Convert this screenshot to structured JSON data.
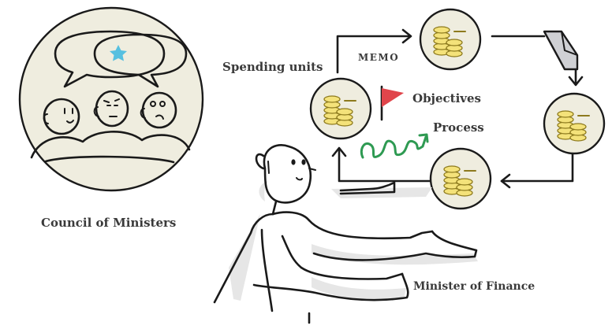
{
  "labels": {
    "council": "Council of Ministers",
    "spending_units": "Spending units",
    "memo": "MEMO",
    "objectives": "Objectives",
    "process": "Process",
    "minister_finance": "Minister of Finance"
  },
  "colors": {
    "disc_fill": "#efeddf",
    "ink": "#1a1a1a",
    "coin_fill": "#f4e27a",
    "coin_stroke": "#8d7a1e",
    "star": "#56c0e0",
    "flag": "#e0454b",
    "process_squiggle": "#2e9a52",
    "label_text": "#3a3a3a"
  },
  "icons": [
    "star-icon",
    "coin-stack-icon",
    "flag-icon",
    "squiggle-icon",
    "memo-document-icon",
    "arrow-icon"
  ]
}
